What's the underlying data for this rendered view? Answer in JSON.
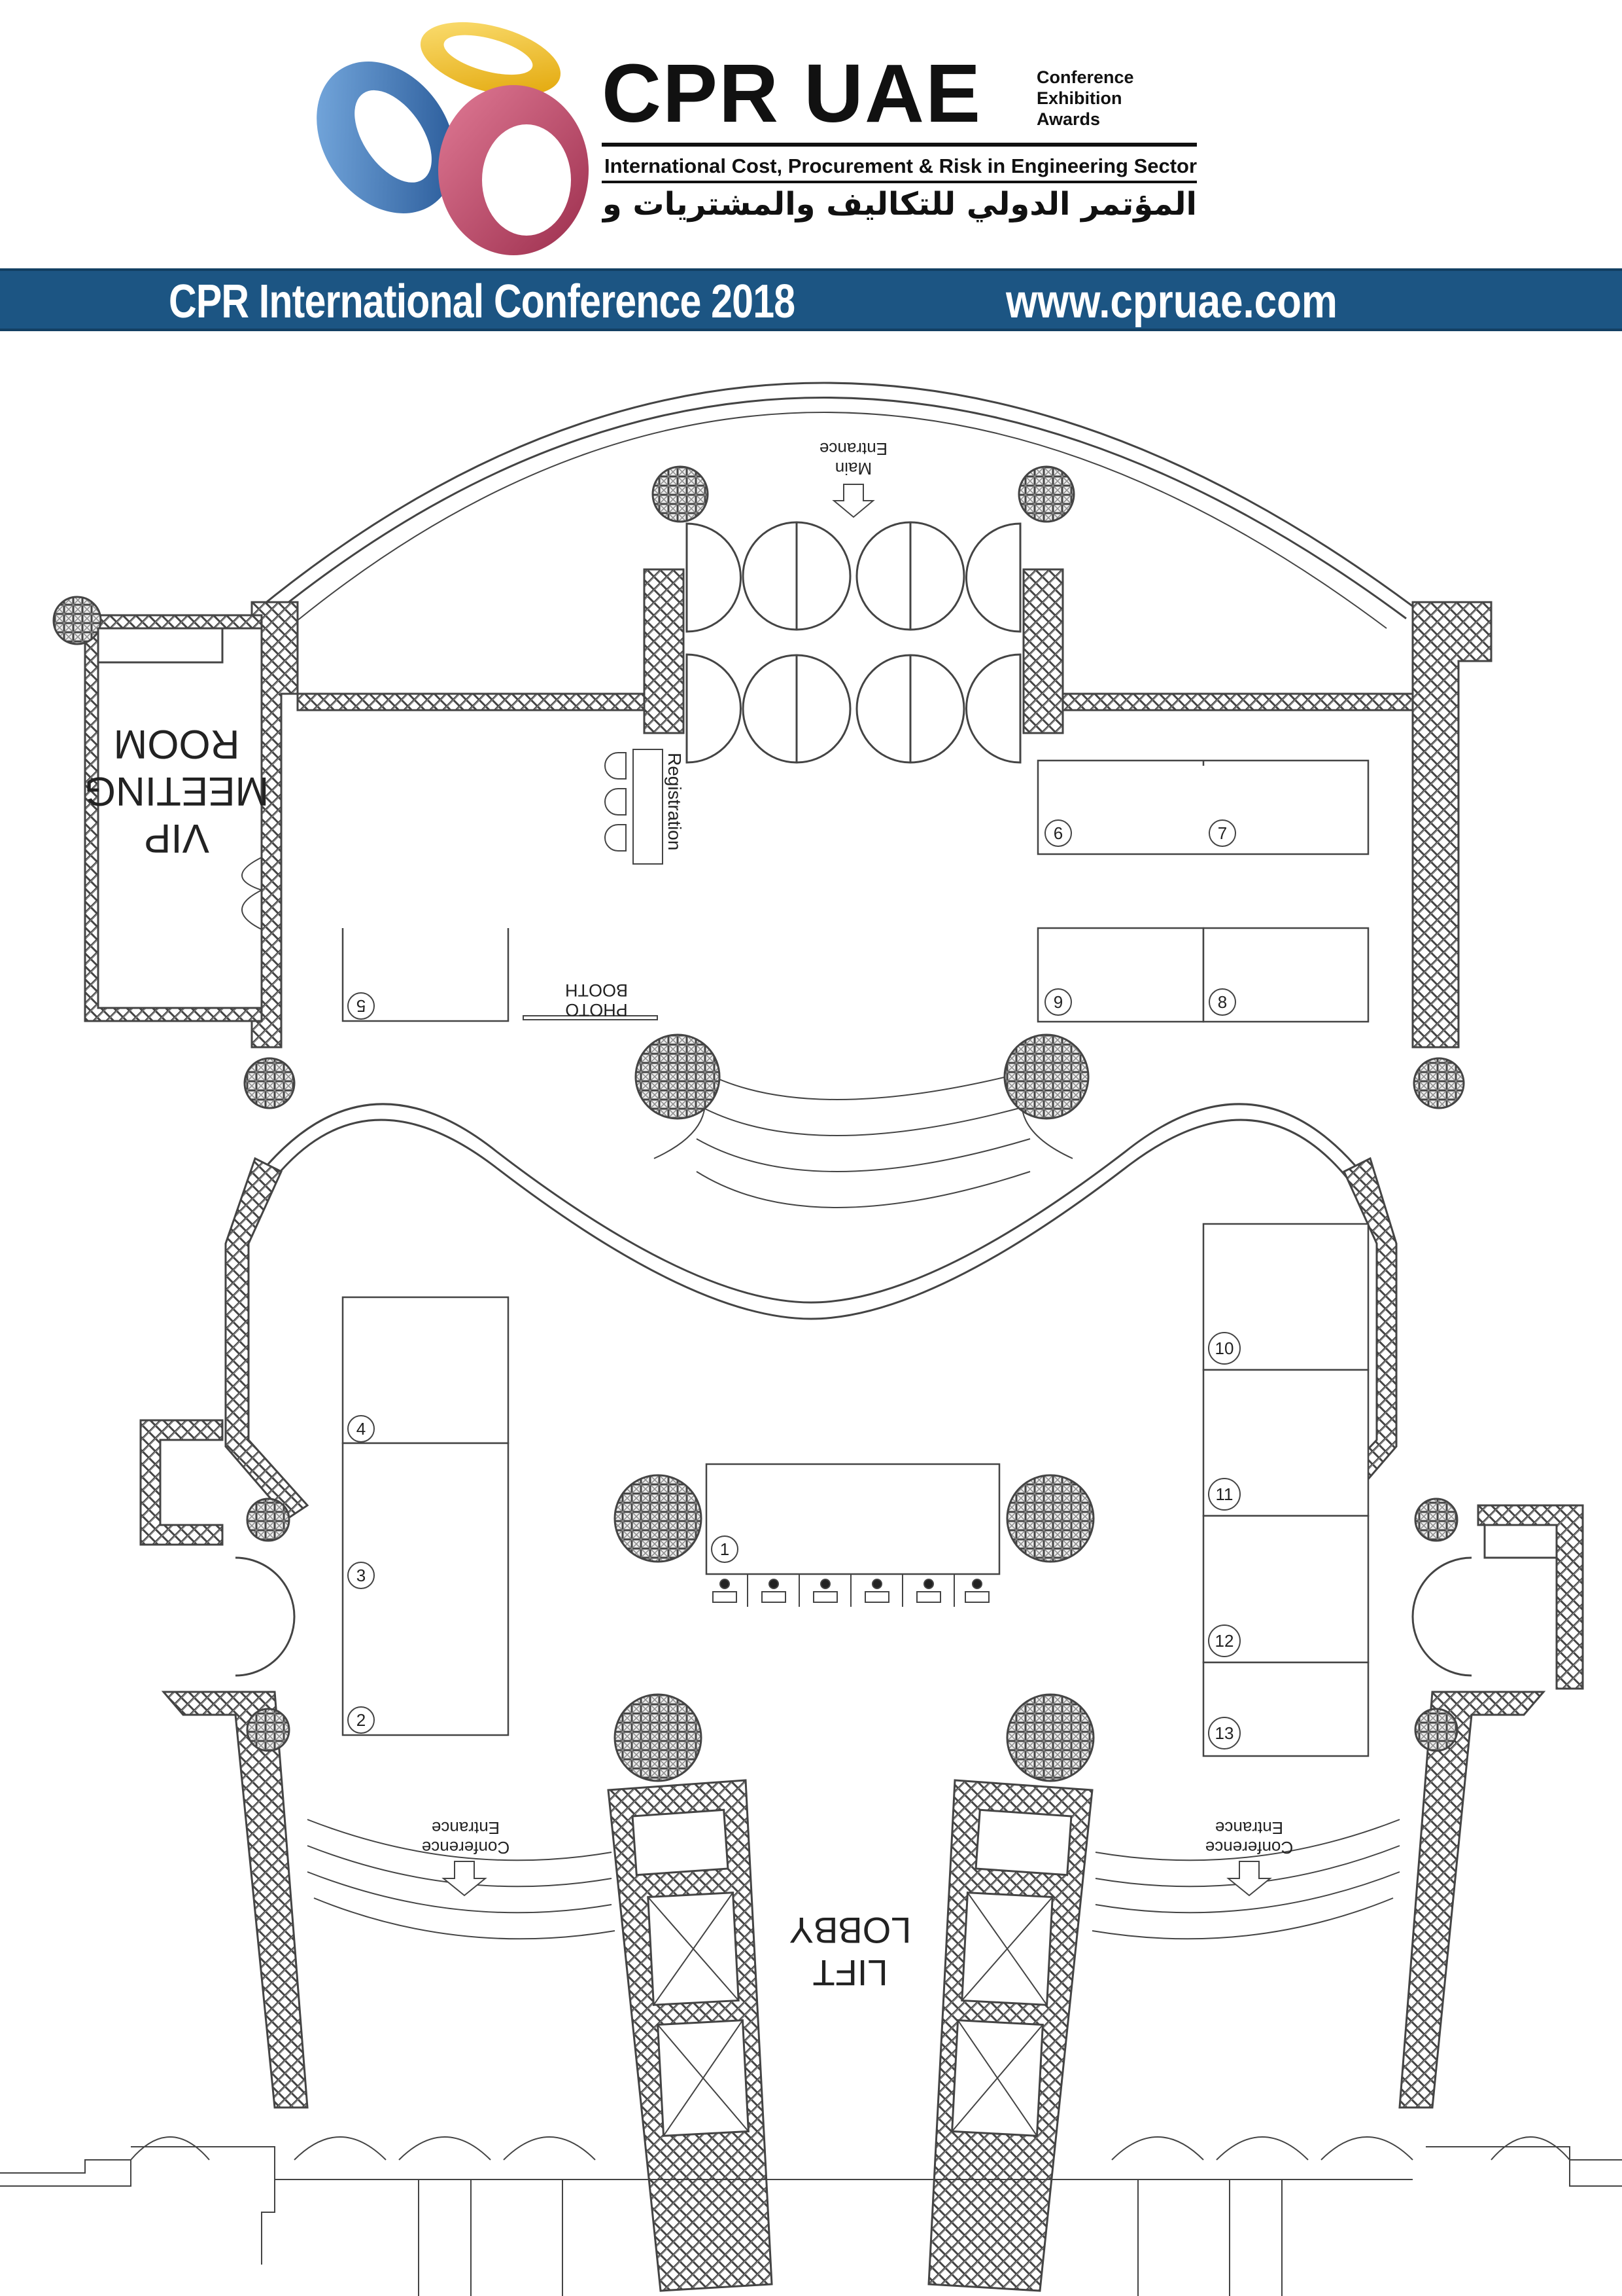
{
  "header": {
    "brand": "CPR UAE",
    "tagline_lines": [
      "Conference",
      "Exhibition",
      "Awards"
    ],
    "subtitle_en": "International Cost, Procurement & Risk in Engineering Sector",
    "subtitle_ar": "المؤتمر الدولي للتكاليف والمشتريات والمخاطر في القطاع الهندسي"
  },
  "banner": {
    "left_text": "CPR International Conference 2018",
    "right_text": "www.cpruae.com",
    "color": "#1c5583"
  },
  "logo": {
    "colors": {
      "blue": "#2f6fb5",
      "yellow": "#f3c42a",
      "pink": "#c24a6b"
    }
  },
  "floorplan": {
    "labels": {
      "main_entrance": [
        "Main",
        "Entrance"
      ],
      "registration": "Registration",
      "vip_room": [
        "VIP",
        "MEETING",
        "ROOM"
      ],
      "photo_booth": [
        "PHOTO",
        "BOOTH"
      ],
      "conference_entrance": [
        "Conference",
        "Entrance"
      ],
      "lift_lobby": [
        "LIFT",
        "LOBBY"
      ]
    },
    "booths": [
      "1",
      "2",
      "3",
      "4",
      "5",
      "6",
      "7",
      "8",
      "9",
      "10",
      "11",
      "12",
      "13"
    ]
  }
}
